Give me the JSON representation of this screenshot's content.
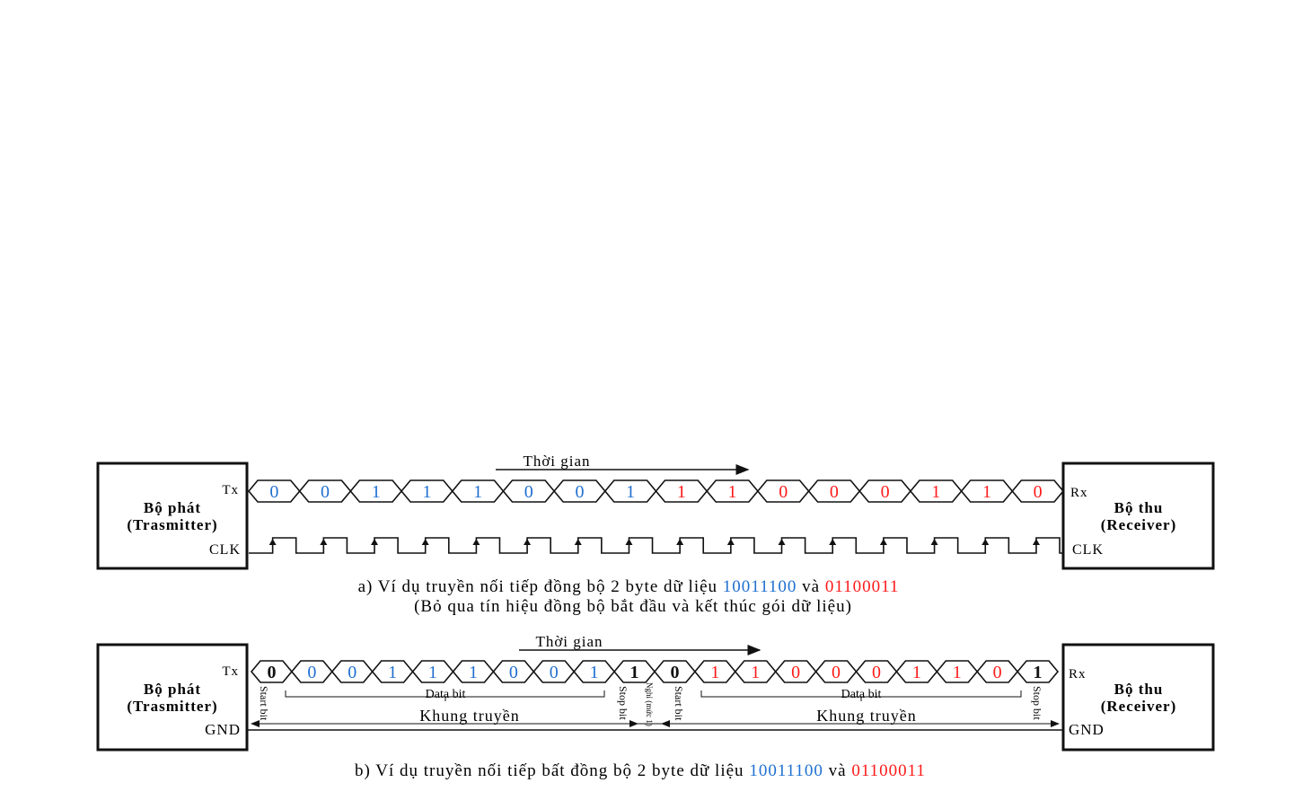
{
  "colors": {
    "blue": "#1f6fd0",
    "red": "#ff1a1a",
    "black": "#111111"
  },
  "a": {
    "time_label": "Thời gian",
    "tx_label": "Tx",
    "rx_label": "Rx",
    "clk_left": "CLK",
    "clk_right": "CLK",
    "tx_box": [
      "Bộ phát",
      "(Trasmitter)"
    ],
    "rx_box": [
      "Bộ thu",
      "(Receiver)"
    ],
    "bits": [
      "0",
      "0",
      "1",
      "1",
      "1",
      "0",
      "0",
      "1",
      "1",
      "1",
      "0",
      "0",
      "0",
      "1",
      "1",
      "0"
    ],
    "bit_colors": [
      "blue",
      "blue",
      "blue",
      "blue",
      "blue",
      "blue",
      "blue",
      "blue",
      "red",
      "red",
      "red",
      "red",
      "red",
      "red",
      "red",
      "red"
    ],
    "caption": {
      "prefix": "a) Ví dụ truyền nối tiếp đồng bộ 2 byte dữ liệu ",
      "byte1": "10011100",
      "mid": " và ",
      "byte2": "01100011"
    },
    "caption2": "(Bỏ qua tín hiệu đồng bộ bắt đầu và kết thúc gói dữ liệu)"
  },
  "b": {
    "time_label": "Thời gian",
    "tx_label": "Tx",
    "rx_label": "Rx",
    "gnd_left": "GND",
    "gnd_right": "GND",
    "tx_box": [
      "Bộ phát",
      "(Trasmitter)"
    ],
    "rx_box": [
      "Bộ thu",
      "(Receiver)"
    ],
    "bits": [
      "0",
      "0",
      "0",
      "1",
      "1",
      "1",
      "0",
      "0",
      "1",
      "1",
      "0",
      "1",
      "1",
      "0",
      "0",
      "0",
      "1",
      "1",
      "0",
      "1"
    ],
    "bit_colors": [
      "black",
      "blue",
      "blue",
      "blue",
      "blue",
      "blue",
      "blue",
      "blue",
      "blue",
      "black",
      "black",
      "red",
      "red",
      "red",
      "red",
      "red",
      "red",
      "red",
      "red",
      "black"
    ],
    "start_bit": "Start bit",
    "stop_bit": "Stop bit",
    "idle": "Nghỉ (mức 1)",
    "data_bit": "Data bit",
    "frame": "Khung truyền",
    "caption": {
      "prefix": "b) Ví dụ truyền nối tiếp bất đồng bộ 2 byte dữ liệu ",
      "byte1": "10011100",
      "mid": " và ",
      "byte2": "01100011"
    }
  }
}
